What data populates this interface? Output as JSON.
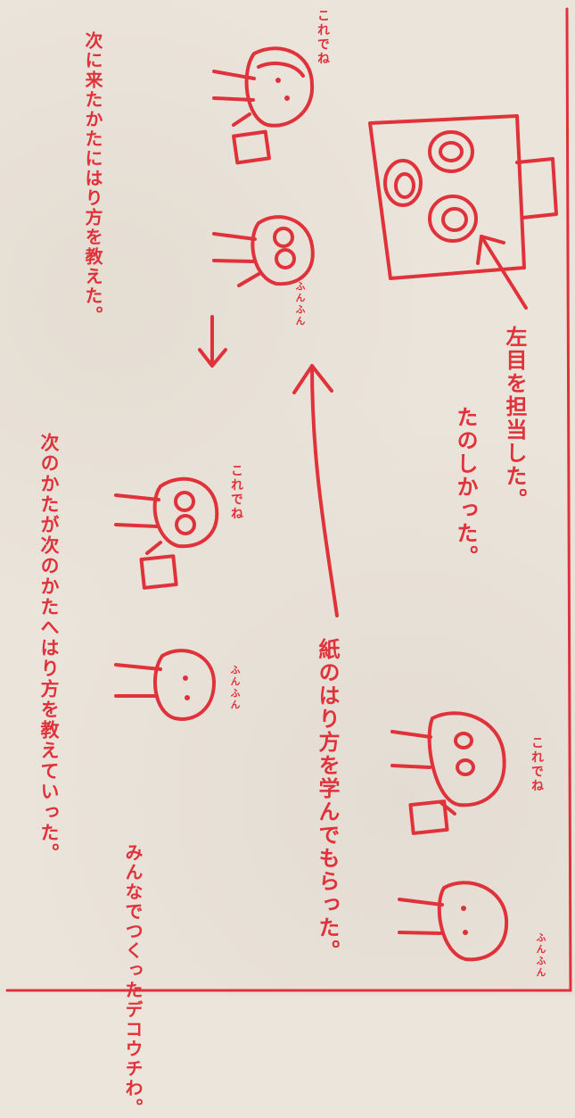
{
  "captions": {
    "take_role": "左目を担当した。",
    "fun": "たのしかった。",
    "learn": "紙のはり方を学んでもらった。",
    "made_together": "みんなでつくったデコウチわ。",
    "taught_next": "次のかたが次のかたへはり方を教えていった。",
    "taught_came": "次に来たかたにはり方を教えた。"
  },
  "speech": {
    "korede_1": "これでね",
    "korede_2": "これでね",
    "korede_3": "これでね",
    "fun_fun_1": "ふんふん",
    "fun_fun_2": "ふんふん",
    "fun_fun_3": "ふんふん"
  },
  "colors": {
    "ink": "#e0323a",
    "paper": "#ebe4db"
  }
}
